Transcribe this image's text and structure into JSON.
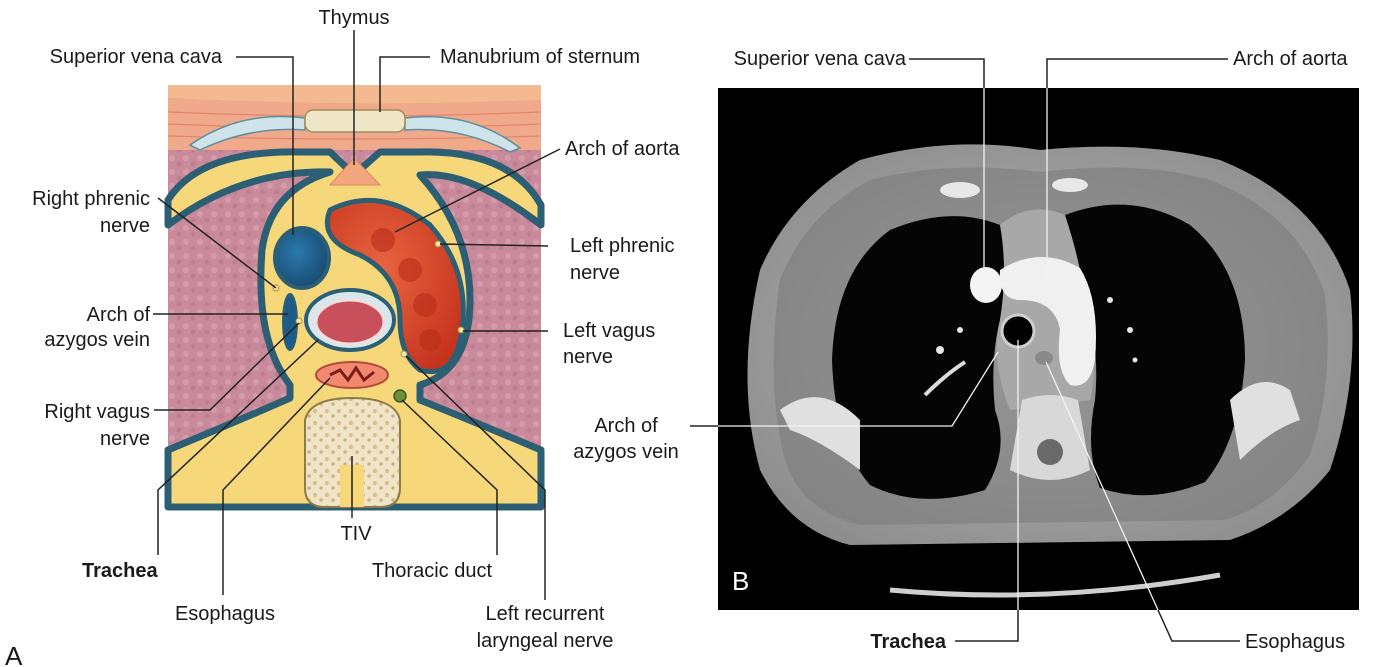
{
  "panel_a": {
    "letter": "A",
    "labels": {
      "thymus": "Thymus",
      "superior_vena_cava": "Superior vena cava",
      "manubrium": "Manubrium of sternum",
      "right_phrenic_1": "Right phrenic",
      "right_phrenic_2": "nerve",
      "arch_of_aorta": "Arch of aorta",
      "left_phrenic_1": "Left phrenic",
      "left_phrenic_2": "nerve",
      "arch_azygos_1": "Arch of",
      "arch_azygos_2": "azygos vein",
      "left_vagus_1": "Left vagus",
      "left_vagus_2": "nerve",
      "right_vagus_1": "Right vagus",
      "right_vagus_2": "nerve",
      "tiv": "TIV",
      "trachea": "Trachea",
      "thoracic_duct": "Thoracic duct",
      "esophagus": "Esophagus",
      "left_recurrent_1": "Left recurrent",
      "left_recurrent_2": "laryngeal nerve"
    }
  },
  "panel_b": {
    "letter": "B",
    "labels": {
      "superior_vena_cava": "Superior vena cava",
      "arch_of_aorta": "Arch of aorta",
      "arch_azygos_1": "Arch of",
      "arch_azygos_2": "azygos vein",
      "trachea": "Trachea",
      "esophagus": "Esophagus"
    }
  },
  "colors": {
    "lung_tissue": "#c98a9b",
    "fat": "#f6d77a",
    "pleura": "#2c5f73",
    "svc_blue": "#1d5c8a",
    "aorta_red": "#d9442a",
    "ct_background": "#000000",
    "ct_soft_tissue": "#9a9a9a"
  }
}
